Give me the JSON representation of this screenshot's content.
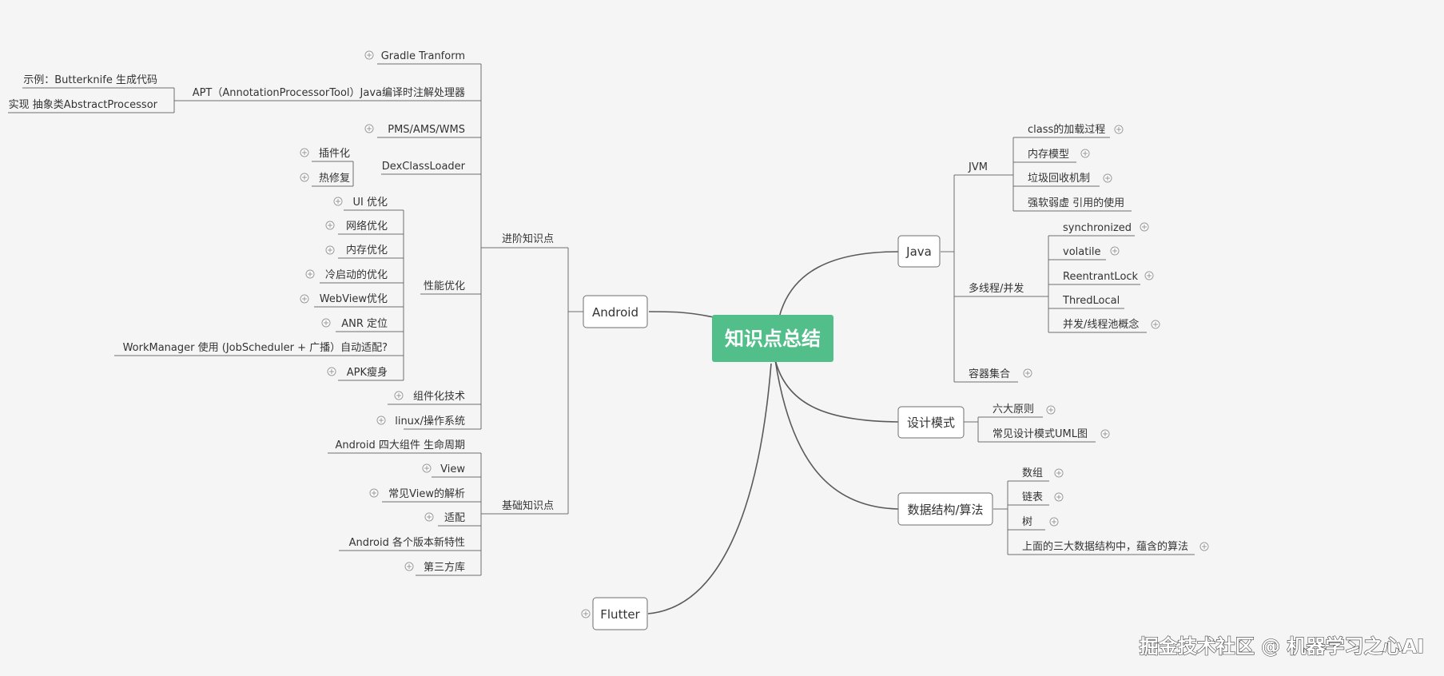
{
  "root": {
    "label": "知识点总结",
    "color": "#52bf8a"
  },
  "watermark": "掘金技术社区 @ 机器学习之心AI",
  "nodes": {
    "android": "Android",
    "advanced": "进阶知识点",
    "gradle": "Gradle Tranform",
    "apt": "APT（AnnotationProcessorTool）Java编译时注解处理器",
    "apt_example": "示例：Butterknife 生成代码",
    "apt_impl": "实现 抽象类AbstractProcessor",
    "pms": "PMS/AMS/WMS",
    "dex": "DexClassLoader",
    "plugin": "插件化",
    "hotfix": "热修复",
    "perf": "性能优化",
    "perf_ui": "UI 优化",
    "perf_net": "网络优化",
    "perf_mem": "内存优化",
    "perf_cold": "冷启动的优化",
    "perf_webview": "WebView优化",
    "perf_anr": "ANR 定位",
    "perf_wm": "WorkManager 使用 (JobScheduler  + 广播）自动适配?",
    "perf_apk": "APK瘦身",
    "component": "组件化技术",
    "linux": "linux/操作系统",
    "basic": "基础知识点",
    "basic_four": "Android 四大组件 生命周期",
    "basic_view": "View",
    "basic_viewparse": "常见View的解析",
    "basic_adapt": "适配",
    "basic_versions": "Android  各个版本新特性",
    "basic_thirdparty": "第三方库",
    "flutter": "Flutter",
    "java": "Java",
    "jvm": "JVM",
    "jvm_class": "class的加载过程",
    "jvm_mem": "内存模型",
    "jvm_gc": "垃圾回收机制",
    "jvm_ref": "强软弱虚 引用的使用",
    "thread": "多线程/并发",
    "thread_sync": "synchronized",
    "thread_volatile": "volatile",
    "thread_lock": "ReentrantLock",
    "thread_local": "ThredLocal",
    "thread_pool": "并发/线程池概念",
    "collections": "容器集合",
    "design": "设计模式",
    "design_six": "六大原则",
    "design_uml": "常见设计模式UML图",
    "ds": "数据结构/算法",
    "ds_array": "数组",
    "ds_list": "链表",
    "ds_tree": "树",
    "ds_algo": "上面的三大数据结构中，蕴含的算法"
  }
}
